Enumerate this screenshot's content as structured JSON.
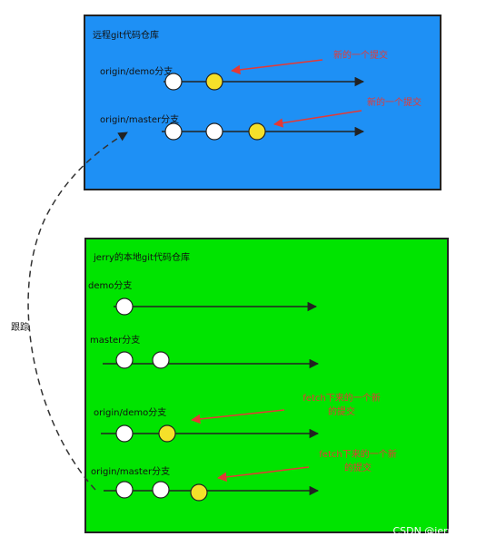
{
  "remote": {
    "title": "远程git代码仓库",
    "branches": [
      {
        "label": "origin/demo分支",
        "note": "新的一个提交"
      },
      {
        "label": "origin/master分支",
        "note": "新的一个提交"
      }
    ]
  },
  "local": {
    "title": "jerry的本地git代码仓库",
    "branches": [
      {
        "label": "demo分支"
      },
      {
        "label": "master分支"
      },
      {
        "label": "origin/demo分支",
        "note_line1": "fetch下来的一个新",
        "note_line2": "的提交"
      },
      {
        "label": "origin/master分支",
        "note_line1": "fetch下来的一个新",
        "note_line2": "的提交"
      }
    ]
  },
  "tracking_label": "跟踪",
  "watermark": "CSDN @jerry_dyy",
  "colors": {
    "remote_bg": "#1e90f5",
    "local_bg": "#00e400",
    "commit_old": "#ffffff",
    "commit_new": "#f5e02a",
    "note_text": "#e53935",
    "arrow_red": "#e53935"
  }
}
